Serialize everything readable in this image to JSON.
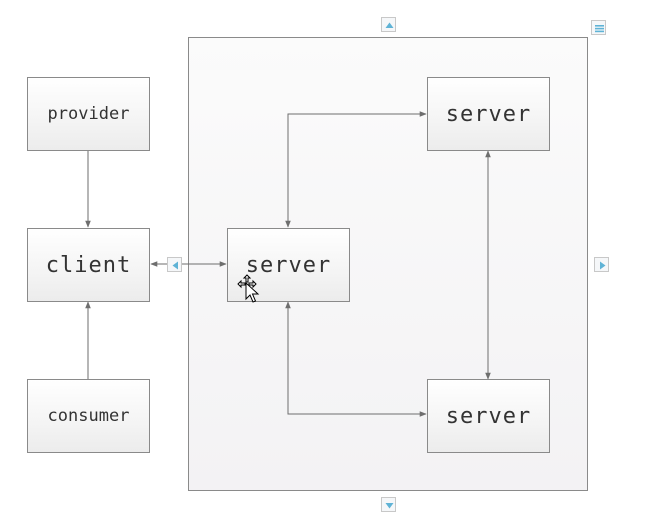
{
  "nodes": {
    "provider": "provider",
    "client": "client",
    "consumer": "consumer",
    "server_center": "server",
    "server_top": "server",
    "server_bottom": "server"
  },
  "icons": {
    "scroll_up": "triangle-up-icon",
    "scroll_down": "triangle-down-icon",
    "scroll_right": "triangle-right-icon",
    "scroll_left": "triangle-left-icon",
    "menu": "menu-icon",
    "cursor": "move-cursor-icon"
  },
  "colors": {
    "line": "#6e6e6e",
    "accent": "#5fb3d6"
  }
}
